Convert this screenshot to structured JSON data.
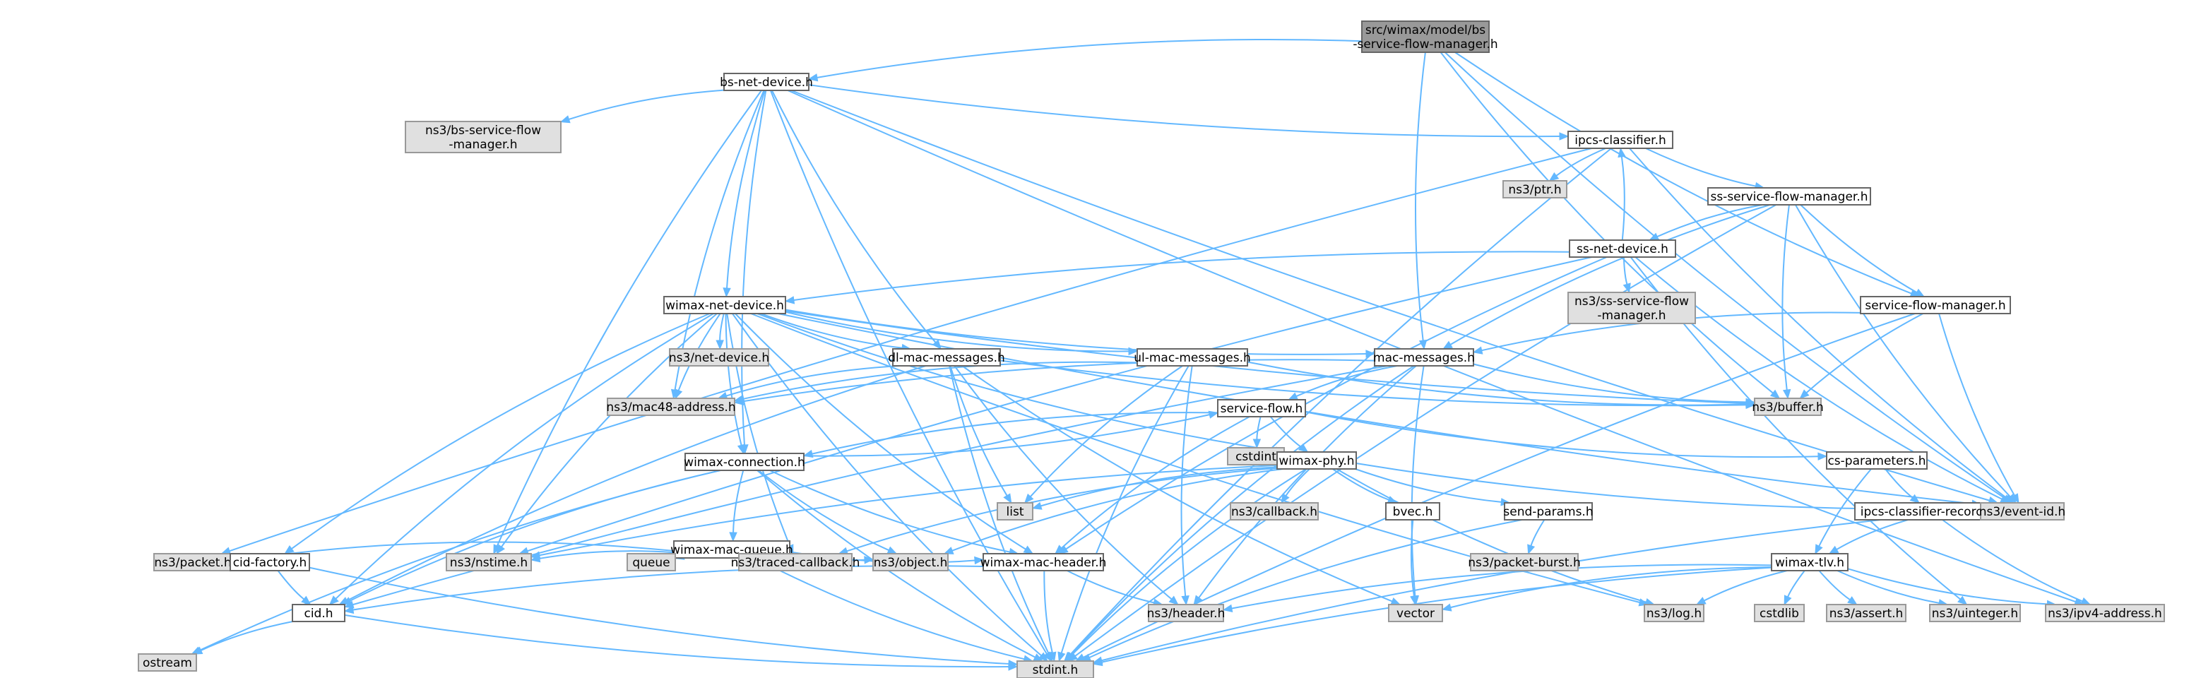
{
  "diagram": {
    "nodes": [
      {
        "id": "root",
        "label": [
          "src/wimax/model/bs",
          "-service-flow-manager.h"
        ],
        "kind": "root"
      },
      {
        "id": "bsnd",
        "label": [
          "bs-net-device.h"
        ],
        "kind": "normal"
      },
      {
        "id": "stdint",
        "label": [
          "stdint.h"
        ],
        "kind": "external"
      },
      {
        "id": "ns3bsf",
        "label": [
          "ns3/bs-service-flow",
          "-manager.h"
        ],
        "kind": "external"
      },
      {
        "id": "ipcs",
        "label": [
          "ipcs-classifier.h"
        ],
        "kind": "normal"
      },
      {
        "id": "ptr",
        "label": [
          "ns3/ptr.h"
        ],
        "kind": "external"
      },
      {
        "id": "ssfm",
        "label": [
          "ss-service-flow-manager.h"
        ],
        "kind": "normal"
      },
      {
        "id": "ssnd",
        "label": [
          "ss-net-device.h"
        ],
        "kind": "normal"
      },
      {
        "id": "ns3ssf",
        "label": [
          "ns3/ss-service-flow",
          "-manager.h"
        ],
        "kind": "external"
      },
      {
        "id": "sfm",
        "label": [
          "service-flow-manager.h"
        ],
        "kind": "normal"
      },
      {
        "id": "wnd",
        "label": [
          "wimax-net-device.h"
        ],
        "kind": "normal"
      },
      {
        "id": "netdev",
        "label": [
          "ns3/net-device.h"
        ],
        "kind": "external"
      },
      {
        "id": "macmsg",
        "label": [
          "mac-messages.h"
        ],
        "kind": "normal"
      },
      {
        "id": "dlmac",
        "label": [
          "dl-mac-messages.h"
        ],
        "kind": "normal"
      },
      {
        "id": "ulmac",
        "label": [
          "ul-mac-messages.h"
        ],
        "kind": "normal"
      },
      {
        "id": "mac48",
        "label": [
          "ns3/mac48-address.h"
        ],
        "kind": "external"
      },
      {
        "id": "buffer",
        "label": [
          "ns3/buffer.h"
        ],
        "kind": "external"
      },
      {
        "id": "sf",
        "label": [
          "service-flow.h"
        ],
        "kind": "normal"
      },
      {
        "id": "cstdint",
        "label": [
          "cstdint"
        ],
        "kind": "external"
      },
      {
        "id": "wconn",
        "label": [
          "wimax-connection.h"
        ],
        "kind": "normal"
      },
      {
        "id": "wphy",
        "label": [
          "wimax-phy.h"
        ],
        "kind": "normal"
      },
      {
        "id": "csparam",
        "label": [
          "cs-parameters.h"
        ],
        "kind": "normal"
      },
      {
        "id": "list",
        "label": [
          "list"
        ],
        "kind": "external"
      },
      {
        "id": "callback",
        "label": [
          "ns3/callback.h"
        ],
        "kind": "external"
      },
      {
        "id": "bvec",
        "label": [
          "bvec.h"
        ],
        "kind": "normal"
      },
      {
        "id": "sendp",
        "label": [
          "send-params.h"
        ],
        "kind": "normal"
      },
      {
        "id": "ipcsrec",
        "label": [
          "ipcs-classifier-record.h"
        ],
        "kind": "normal"
      },
      {
        "id": "eventid",
        "label": [
          "ns3/event-id.h"
        ],
        "kind": "external"
      },
      {
        "id": "wmq",
        "label": [
          "wimax-mac-queue.h"
        ],
        "kind": "normal"
      },
      {
        "id": "packet",
        "label": [
          "ns3/packet.h"
        ],
        "kind": "external"
      },
      {
        "id": "nstime",
        "label": [
          "ns3/nstime.h"
        ],
        "kind": "external"
      },
      {
        "id": "queue",
        "label": [
          "queue"
        ],
        "kind": "external"
      },
      {
        "id": "tcb",
        "label": [
          "ns3/traced-callback.h"
        ],
        "kind": "external"
      },
      {
        "id": "object",
        "label": [
          "ns3/object.h"
        ],
        "kind": "external"
      },
      {
        "id": "wmh",
        "label": [
          "wimax-mac-header.h"
        ],
        "kind": "normal"
      },
      {
        "id": "cidf",
        "label": [
          "cid-factory.h"
        ],
        "kind": "normal"
      },
      {
        "id": "pburst",
        "label": [
          "ns3/packet-burst.h"
        ],
        "kind": "external"
      },
      {
        "id": "wtlv",
        "label": [
          "wimax-tlv.h"
        ],
        "kind": "normal"
      },
      {
        "id": "cid",
        "label": [
          "cid.h"
        ],
        "kind": "normal"
      },
      {
        "id": "header",
        "label": [
          "ns3/header.h"
        ],
        "kind": "external"
      },
      {
        "id": "vector",
        "label": [
          "vector"
        ],
        "kind": "external"
      },
      {
        "id": "log",
        "label": [
          "ns3/log.h"
        ],
        "kind": "external"
      },
      {
        "id": "cstdlib",
        "label": [
          "cstdlib"
        ],
        "kind": "external"
      },
      {
        "id": "assert",
        "label": [
          "ns3/assert.h"
        ],
        "kind": "external"
      },
      {
        "id": "uinteger",
        "label": [
          "ns3/uinteger.h"
        ],
        "kind": "external"
      },
      {
        "id": "ipv4",
        "label": [
          "ns3/ipv4-address.h"
        ],
        "kind": "external"
      },
      {
        "id": "ostream",
        "label": [
          "ostream"
        ],
        "kind": "external"
      }
    ],
    "edges": [
      [
        "root",
        "bsnd"
      ],
      [
        "root",
        "macmsg"
      ],
      [
        "root",
        "sfm"
      ],
      [
        "root",
        "buffer"
      ],
      [
        "root",
        "eventid"
      ],
      [
        "bsnd",
        "stdint"
      ],
      [
        "bsnd",
        "ns3bsf"
      ],
      [
        "bsnd",
        "ipcs"
      ],
      [
        "bsnd",
        "wnd"
      ],
      [
        "bsnd",
        "dlmac"
      ],
      [
        "bsnd",
        "mac48"
      ],
      [
        "bsnd",
        "nstime"
      ],
      [
        "bsnd",
        "wconn"
      ],
      [
        "bsnd",
        "eventid"
      ],
      [
        "bsnd",
        "ipv4"
      ],
      [
        "ipcs",
        "packet"
      ],
      [
        "ipcs",
        "ptr"
      ],
      [
        "ipcs",
        "ssfm"
      ],
      [
        "ipcs",
        "stdint"
      ],
      [
        "ipcs",
        "eventid"
      ],
      [
        "ssfm",
        "stdint"
      ],
      [
        "ssfm",
        "ssnd"
      ],
      [
        "ssfm",
        "sfm"
      ],
      [
        "ssfm",
        "macmsg"
      ],
      [
        "ssfm",
        "buffer"
      ],
      [
        "ssfm",
        "eventid"
      ],
      [
        "ssnd",
        "ipcs"
      ],
      [
        "ssnd",
        "ns3ssf"
      ],
      [
        "ssnd",
        "wnd"
      ],
      [
        "ssnd",
        "nstime"
      ],
      [
        "ssnd",
        "wmh"
      ],
      [
        "ssnd",
        "eventid"
      ],
      [
        "ssnd",
        "uinteger"
      ],
      [
        "sfm",
        "macmsg"
      ],
      [
        "sfm",
        "buffer"
      ],
      [
        "sfm",
        "eventid"
      ],
      [
        "sfm",
        "stdint"
      ],
      [
        "wnd",
        "netdev"
      ],
      [
        "wnd",
        "mac48"
      ],
      [
        "wnd",
        "dlmac"
      ],
      [
        "wnd",
        "ulmac"
      ],
      [
        "wnd",
        "macmsg"
      ],
      [
        "wnd",
        "wconn"
      ],
      [
        "wnd",
        "wphy"
      ],
      [
        "wnd",
        "wmh"
      ],
      [
        "wnd",
        "cid"
      ],
      [
        "wnd",
        "cidf"
      ],
      [
        "wnd",
        "nstime"
      ],
      [
        "wnd",
        "tcb"
      ],
      [
        "wnd",
        "stdint"
      ],
      [
        "wnd",
        "eventid"
      ],
      [
        "wnd",
        "log"
      ],
      [
        "wnd",
        "buffer"
      ],
      [
        "macmsg",
        "sf"
      ],
      [
        "macmsg",
        "mac48"
      ],
      [
        "macmsg",
        "buffer"
      ],
      [
        "macmsg",
        "cid"
      ],
      [
        "macmsg",
        "header"
      ],
      [
        "macmsg",
        "stdint"
      ],
      [
        "macmsg",
        "vector"
      ],
      [
        "dlmac",
        "mac48"
      ],
      [
        "dlmac",
        "cid"
      ],
      [
        "dlmac",
        "header"
      ],
      [
        "dlmac",
        "list"
      ],
      [
        "dlmac",
        "stdint"
      ],
      [
        "dlmac",
        "buffer"
      ],
      [
        "dlmac",
        "vector"
      ],
      [
        "ulmac",
        "mac48"
      ],
      [
        "ulmac",
        "list"
      ],
      [
        "ulmac",
        "header"
      ],
      [
        "ulmac",
        "stdint"
      ],
      [
        "ulmac",
        "buffer"
      ],
      [
        "sf",
        "cstdint"
      ],
      [
        "sf",
        "wconn"
      ],
      [
        "sf",
        "wphy"
      ],
      [
        "sf",
        "csparam"
      ],
      [
        "sf",
        "wmh"
      ],
      [
        "wconn",
        "sf"
      ],
      [
        "wconn",
        "wmq"
      ],
      [
        "wconn",
        "object"
      ],
      [
        "wconn",
        "wmh"
      ],
      [
        "wconn",
        "cid"
      ],
      [
        "wconn",
        "stdint"
      ],
      [
        "wconn",
        "ostream"
      ],
      [
        "wphy",
        "list"
      ],
      [
        "wphy",
        "callback"
      ],
      [
        "wphy",
        "bvec"
      ],
      [
        "wphy",
        "sendp"
      ],
      [
        "wphy",
        "eventid"
      ],
      [
        "wphy",
        "nstime"
      ],
      [
        "wphy",
        "object"
      ],
      [
        "wphy",
        "tcb"
      ],
      [
        "wphy",
        "log"
      ],
      [
        "wphy",
        "stdint"
      ],
      [
        "csparam",
        "ipcsrec"
      ],
      [
        "csparam",
        "wtlv"
      ],
      [
        "ipcsrec",
        "wtlv"
      ],
      [
        "ipcsrec",
        "ipv4"
      ],
      [
        "ipcsrec",
        "stdint"
      ],
      [
        "bvec",
        "vector"
      ],
      [
        "sendp",
        "pburst"
      ],
      [
        "sendp",
        "stdint"
      ],
      [
        "wmq",
        "packet"
      ],
      [
        "wmq",
        "nstime"
      ],
      [
        "wmq",
        "queue"
      ],
      [
        "wmq",
        "tcb"
      ],
      [
        "wmq",
        "object"
      ],
      [
        "wmq",
        "wmh"
      ],
      [
        "wmq",
        "stdint"
      ],
      [
        "wmh",
        "cid"
      ],
      [
        "wmh",
        "header"
      ],
      [
        "wmh",
        "stdint"
      ],
      [
        "cidf",
        "cid"
      ],
      [
        "cidf",
        "stdint"
      ],
      [
        "wtlv",
        "header"
      ],
      [
        "wtlv",
        "vector"
      ],
      [
        "wtlv",
        "log"
      ],
      [
        "wtlv",
        "cstdlib"
      ],
      [
        "wtlv",
        "assert"
      ],
      [
        "wtlv",
        "uinteger"
      ],
      [
        "wtlv",
        "ipv4"
      ],
      [
        "wtlv",
        "stdint"
      ],
      [
        "cid",
        "stdint"
      ],
      [
        "cid",
        "ostream"
      ]
    ]
  }
}
